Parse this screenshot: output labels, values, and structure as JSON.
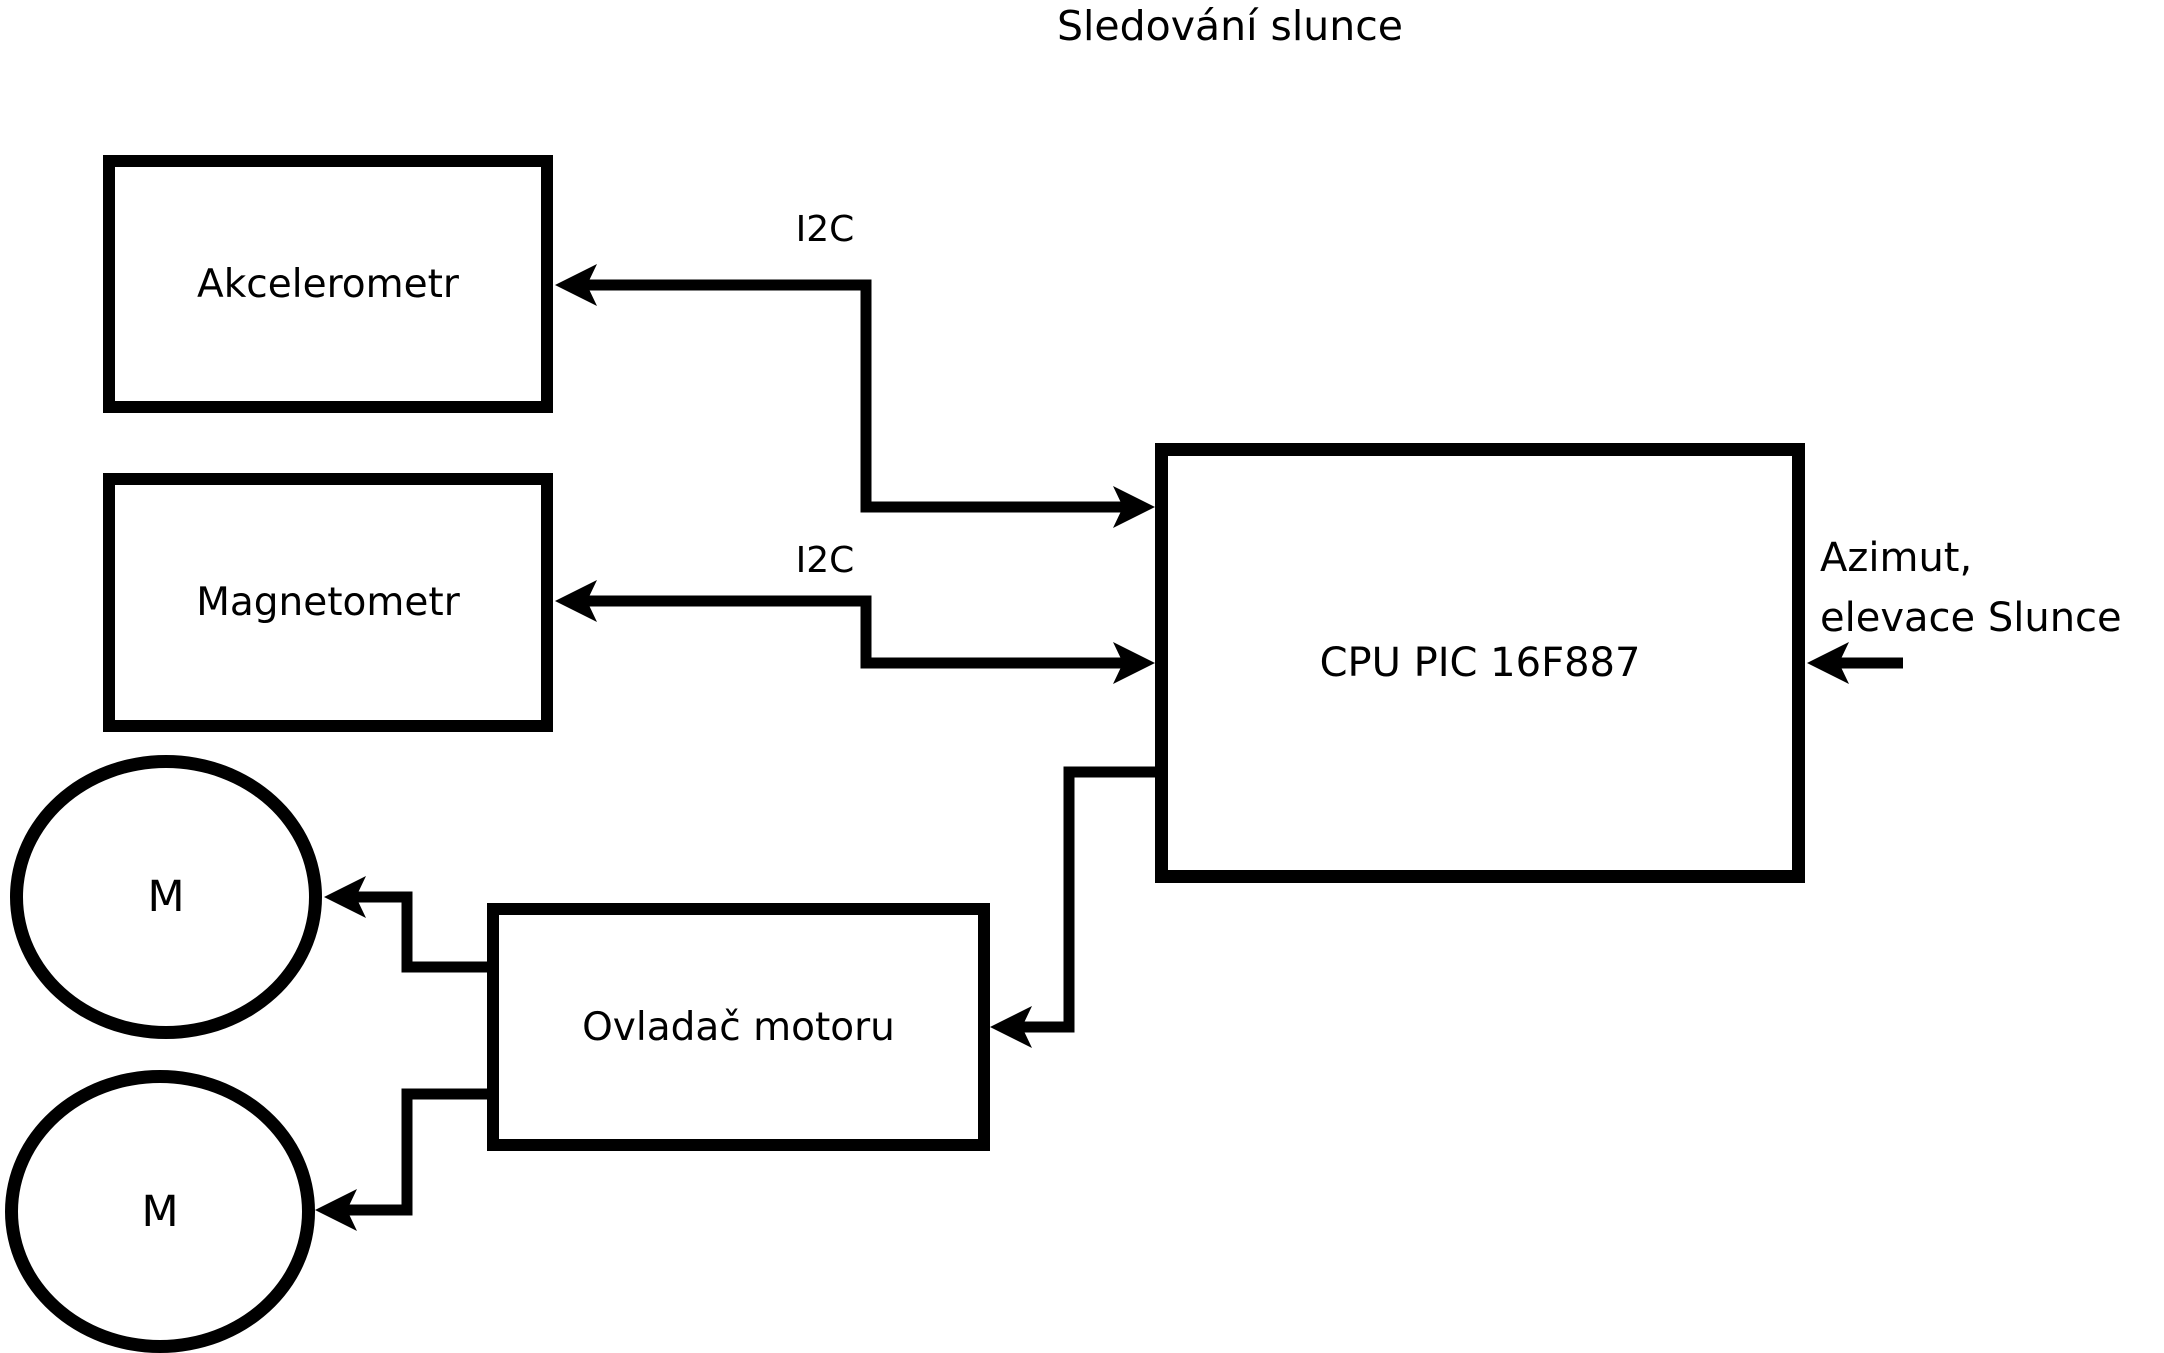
{
  "title": "Sledování slunce",
  "colors": {
    "line": "#000000",
    "background": "#ffffff"
  },
  "blocks": {
    "akcelerometr": {
      "label": "Akcelerometr"
    },
    "magnetometr": {
      "label": "Magnetometr"
    },
    "cpu": {
      "label": "CPU PIC 16F887"
    },
    "motor_driver": {
      "label": "Ovladač motoru"
    },
    "motor1": {
      "label": "M"
    },
    "motor2": {
      "label": "M"
    }
  },
  "connections": {
    "i2c_akcelerometr": {
      "label": "I2C"
    },
    "i2c_magnetometr": {
      "label": "I2C"
    },
    "azimut_input": {
      "label_line1": "Azimut,",
      "label_line2": "elevace Slunce"
    }
  }
}
